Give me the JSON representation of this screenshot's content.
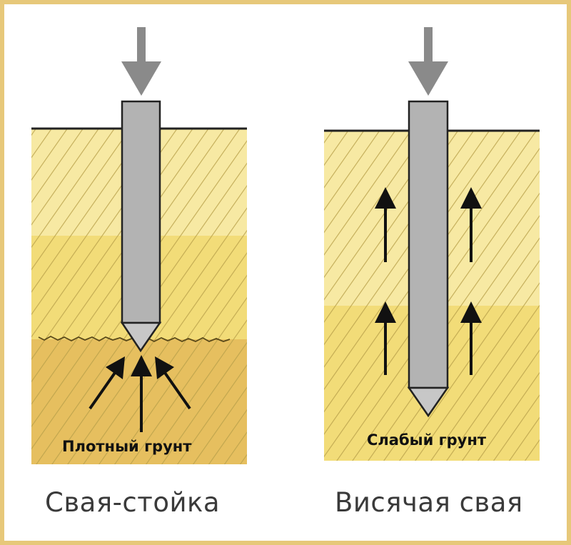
{
  "left": {
    "soil_label": "Плотный грунт",
    "caption": "Свая-стойка"
  },
  "right": {
    "soil_label": "Слабый грунт",
    "caption": "Висячая свая"
  },
  "colors": {
    "frame": "#e7c87a",
    "soil_light": "#f7e9a3",
    "soil_mid": "#f2dc78",
    "soil_dense": "#e6bf5f",
    "hatch": "#b8a04a",
    "pile": "#b3b3b3",
    "pile_outline": "#222222",
    "load_arrow": "#8a8a8a",
    "force_arrow": "#111111"
  },
  "icons": {
    "load": "down-arrow-icon",
    "force": "up-arrow-icon"
  }
}
